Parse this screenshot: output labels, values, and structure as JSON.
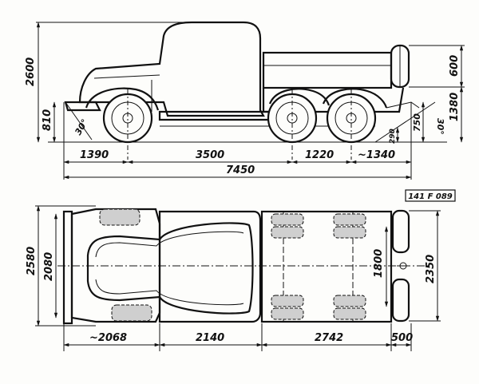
{
  "stamp": "141 F 089",
  "side_view": {
    "overall_height": "2600",
    "cab_top_offset": "600",
    "bed_height": "1380",
    "front_clearance": "810",
    "approach_angle": "30°",
    "rear_clearance": "750",
    "departure_angle": "30°",
    "ground_clearance": "290",
    "front_overhang": "1390",
    "wheelbase": "3500",
    "tandem_spacing": "1220",
    "rear_overhang": "~1340",
    "overall_length": "7450"
  },
  "top_view": {
    "overall_width": "2580",
    "cab_width": "2080",
    "track": "1800",
    "bed_width": "2350",
    "front_section": "~2068",
    "cab_section": "2140",
    "bed_section": "2742",
    "spare_section": "500"
  }
}
